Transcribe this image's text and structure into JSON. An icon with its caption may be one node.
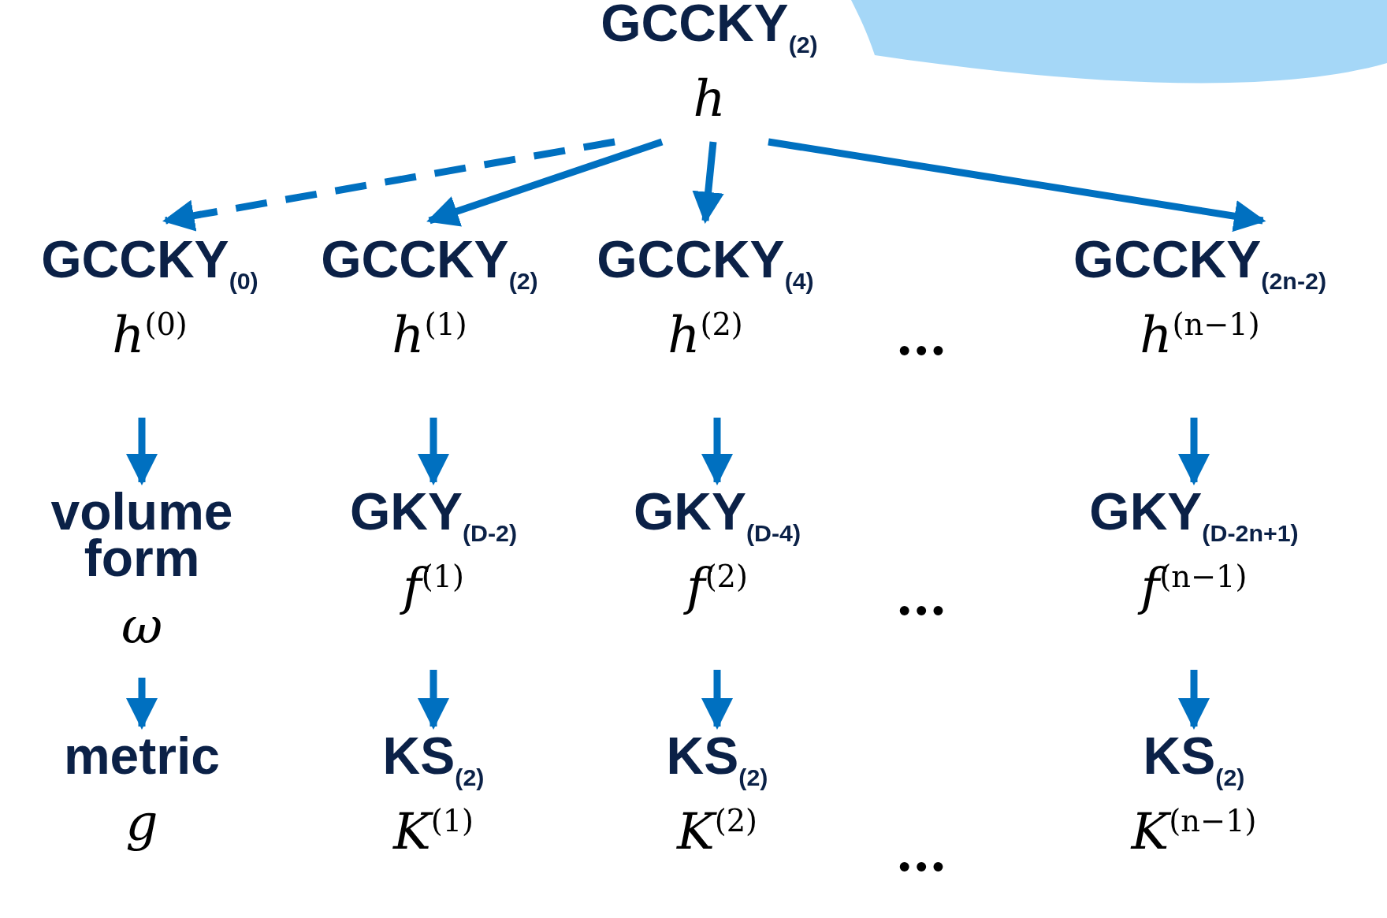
{
  "diagram": {
    "nodes": [
      {
        "text": [
          "GCCKY$_{(2)}$",
          "h"
        ]
      },
      {
        "text": [
          "GCCKY$_{(0)}$",
          "h$^{(0)}$"
        ]
      },
      {
        "text": [
          "GCCKY$_{(2)}$",
          "h$^{(1)}$"
        ]
      },
      {
        "text": [
          "GCCKY$_{(4)}$",
          "h$^{(2)}$"
        ]
      },
      {
        "text": [
          "GCCKY$_{(2n-2)}$",
          "h$^{(n−1)}$"
        ]
      },
      {
        "text": [
          "volume form",
          "ω"
        ]
      },
      {
        "text": [
          "GKY$_{(D-2)}$",
          "f$^{(1)}$"
        ]
      },
      {
        "text": [
          "GKY$_{(D-4)}$",
          "f$^{(2)}$"
        ]
      },
      {
        "text": [
          "GKY$_{(D-2n+1)}$",
          "f$^{(n−1)}$"
        ]
      },
      {
        "text": [
          "metric",
          "g"
        ]
      },
      {
        "text": [
          "KS$_{(2)}$",
          "K$^{(1)}$"
        ]
      },
      {
        "text": [
          "KS$_{(2)}$",
          "K$^{(2)}$"
        ]
      },
      {
        "text": [
          "KS$_{(2)}$",
          "K$^{(n−1)}$"
        ]
      }
    ],
    "edges": [
      {
        "from": 0,
        "to": 1,
        "arrow": "to",
        "style": "dashed"
      },
      {
        "from": 0,
        "to": 2,
        "arrow": "to"
      },
      {
        "from": 0,
        "to": 3,
        "arrow": "to"
      },
      {
        "from": 0,
        "to": 4,
        "arrow": "to"
      },
      {
        "from": 1,
        "to": 5,
        "arrow": "to"
      },
      {
        "from": 2,
        "to": 6,
        "arrow": "to"
      },
      {
        "from": 3,
        "to": 7,
        "arrow": "to"
      },
      {
        "from": 4,
        "to": 8,
        "arrow": "to"
      },
      {
        "from": 5,
        "to": 9,
        "arrow": "to"
      },
      {
        "from": 6,
        "to": 10,
        "arrow": "to"
      },
      {
        "from": 7,
        "to": 11,
        "arrow": "to"
      },
      {
        "from": 8,
        "to": 12,
        "arrow": "to"
      }
    ],
    "labels": [
      "•••",
      "•••",
      "•••"
    ]
  }
}
